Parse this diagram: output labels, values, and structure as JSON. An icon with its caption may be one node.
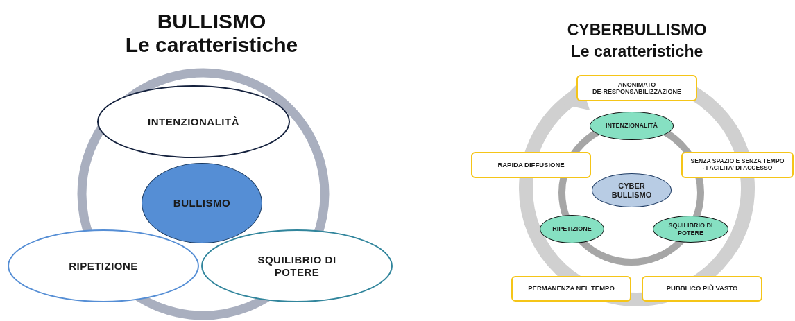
{
  "diagram": {
    "nodes": [
      {
        "text": [
          "INTENZIONALITÀ"
        ]
      },
      {
        "text": [
          "BULLISMO"
        ]
      },
      {
        "text": [
          "RIPETIZIONE"
        ]
      },
      {
        "text": [
          "SQUILIBRIO DI POTERE"
        ]
      },
      {
        "text": [
          "ANONIMATO",
          "DE-RESPONSABILIZZAZIONE"
        ]
      },
      {
        "text": [
          "RAPIDA DIFFUSIONE"
        ]
      },
      {
        "text": [
          "SENZA SPAZIO E SENZA TEMPO",
          "- FACILITA' DI ACCESSO"
        ]
      },
      {
        "text": [
          "INTENZIONALITÀ"
        ]
      },
      {
        "text": [
          "CYBER BULLISMO"
        ]
      },
      {
        "text": [
          "RIPETIZIONE"
        ]
      },
      {
        "text": [
          "SQUILIBRIO DI POTERE"
        ]
      },
      {
        "text": [
          "PERMANENZA NEL TEMPO"
        ]
      },
      {
        "text": [
          "PUBBLICO PIÙ VASTO"
        ]
      }
    ],
    "labels": [
      "BULLISMO",
      "Le caratteristiche",
      "CYBERBULLISMO",
      "Le caratteristiche"
    ]
  }
}
